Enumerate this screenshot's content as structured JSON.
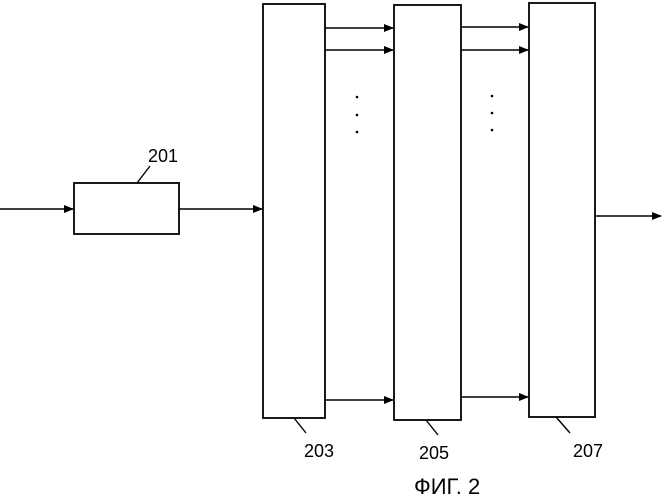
{
  "diagram": {
    "blocks": [
      {
        "id": "201",
        "label": "201"
      },
      {
        "id": "203",
        "label": "203"
      },
      {
        "id": "205",
        "label": "205"
      },
      {
        "id": "207",
        "label": "207"
      }
    ],
    "caption": "ФИГ. 2",
    "colors": {
      "stroke": "#000000",
      "background": "#ffffff"
    }
  }
}
